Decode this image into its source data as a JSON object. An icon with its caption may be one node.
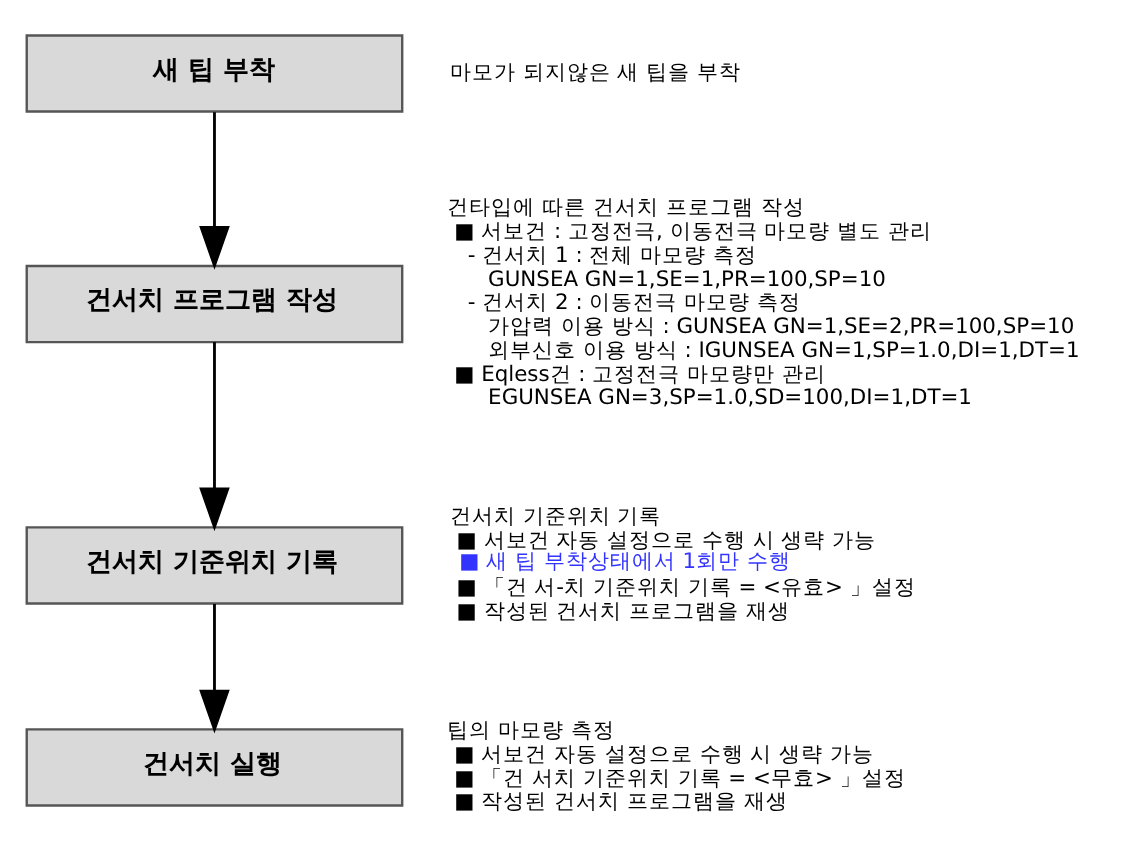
{
  "diagram": {
    "nodes": [
      {
        "text": [
          "새 팁 부착"
        ],
        "beside": [
          "마모가 되지않은 새 팁을 부착"
        ]
      },
      {
        "text": [
          "건서치 프로그램 작성"
        ],
        "beside": [
          "건타입에 따른 건서치 프로그램 작성",
          "■ 서보건 : 고정전극, 이동전극 마모량 별도 관리",
          "- 건서치 1 : 전체 마모량 측정",
          "GUNSEA GN=1,SE=1,PR=100,SP=10",
          "- 건서치 2 : 이동전극 마모량 측정",
          "가압력 이용 방식 : GUNSEA GN=1,SE=2,PR=100,SP=10",
          "외부신호 이용 방식 : IGUNSEA GN=1,SP=1.0,DI=1,DT=1",
          "■ Eqless건 : 고정전극 마모량만 관리",
          "EGUNSEA GN=3,SP=1.0,SD=100,DI=1,DT=1"
        ]
      },
      {
        "text": [
          "건서치 기준위치 기록"
        ],
        "beside": [
          "건서치 기준위치 기록",
          "■ 서보건 자동 설정으로 수행 시 생략 가능",
          "■ 새 팁 부착상태에서 1회만 수행",
          "■ 「건 서-치 기준위치 기록 = <유효> 」설정",
          "■ 작성된 건서치 프로그램을 재생"
        ]
      },
      {
        "text": [
          "건서치 실행"
        ],
        "beside": [
          "팁의 마모량 측정",
          "■ 서보건 자동 설정으로 수행 시 생략 가능",
          "■ 「건 서치 기준위치 기록 = <무효> 」설정",
          "■ 작성된 건서치 프로그램을 재생"
        ]
      }
    ],
    "edges": [
      {
        "from": 0,
        "to": 1,
        "arrow": "to"
      },
      {
        "from": 1,
        "to": 2,
        "arrow": "to"
      },
      {
        "from": 2,
        "to": 3,
        "arrow": "to"
      }
    ]
  }
}
